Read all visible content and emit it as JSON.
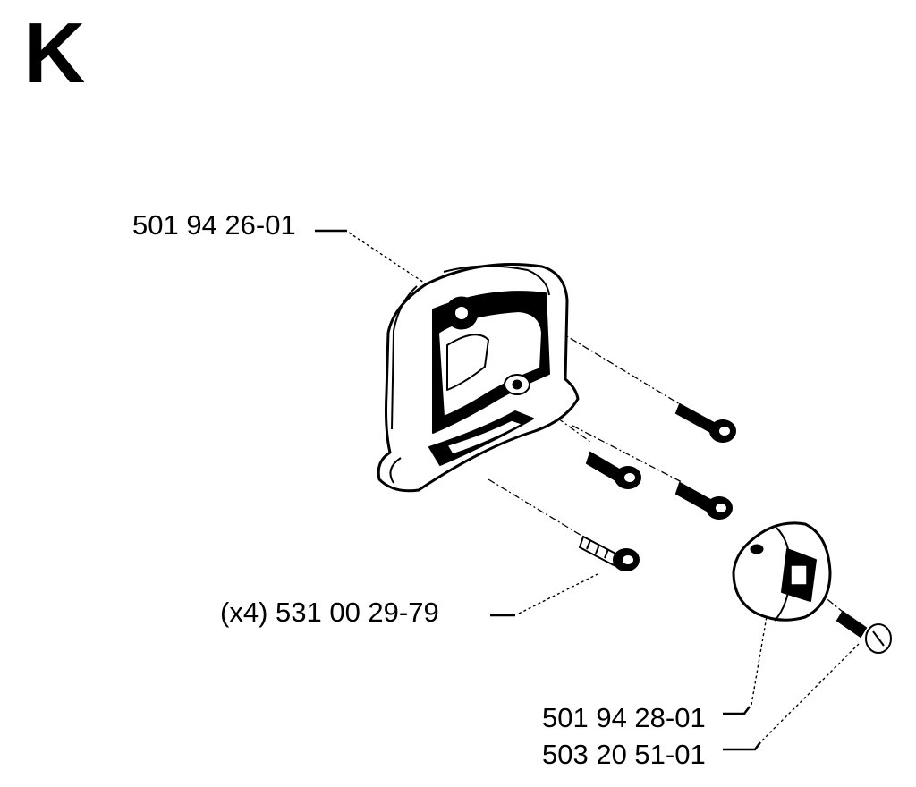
{
  "section": {
    "letter": "K"
  },
  "parts": {
    "housing": {
      "number": "501 94 26-01"
    },
    "screw_set": {
      "number": "(x4) 531 00 29-79"
    },
    "clamp": {
      "number": "501 94 28-01"
    },
    "clamp_screw": {
      "number": "503 20 51-01"
    }
  }
}
